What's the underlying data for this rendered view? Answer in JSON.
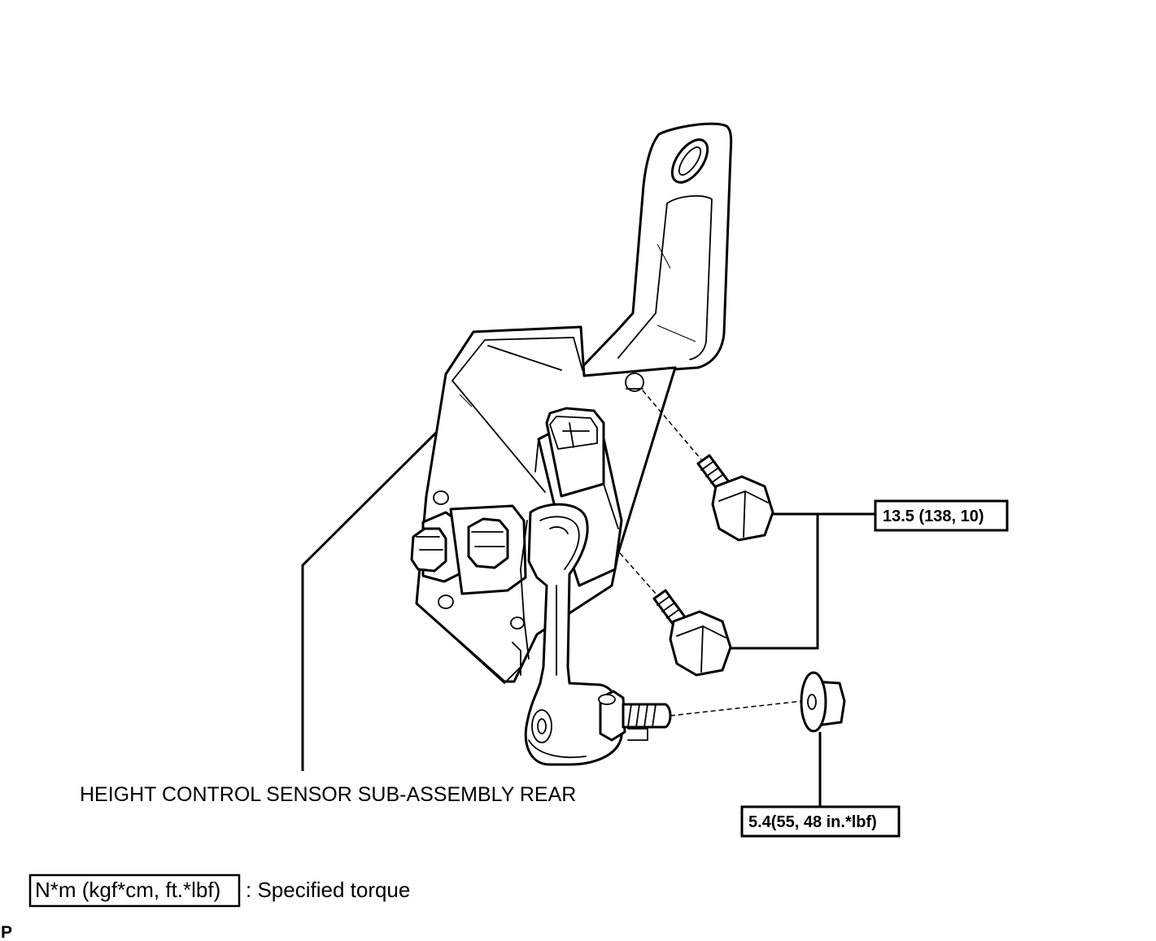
{
  "part_label": "HEIGHT CONTROL SENSOR SUB-ASSEMBLY REAR",
  "torque_bolts": "13.5 (138, 10)",
  "torque_nut": "5.4(55, 48 in.*lbf)",
  "legend": {
    "unit_box": "N*m (kgf*cm, ft.*lbf)",
    "description": ": Specified torque"
  },
  "corner_mark": "P"
}
